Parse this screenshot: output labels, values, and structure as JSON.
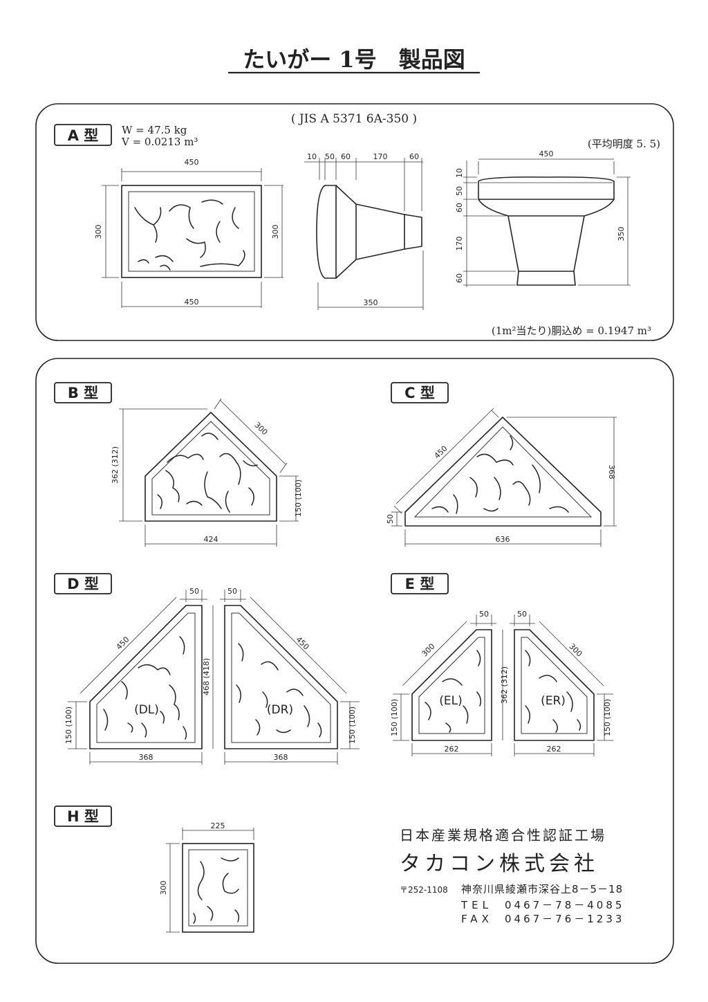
{
  "title": "たいがー 1号　製品図",
  "panel_a": {
    "standard": "( JIS A 5371 6A-350 )",
    "label": "A 型",
    "weight": "W = 47.5 kg",
    "volume": "V = 0.0213 m³",
    "brightness": "(平均明度 5. 5)",
    "fill_note": "(1m²当たり)胴込め = 0.1947 m³",
    "front": {
      "top": "450",
      "bottom": "450",
      "left": "300",
      "right": "300"
    },
    "side": {
      "segments": [
        "10",
        "50",
        "60",
        "170",
        "60"
      ],
      "length": "350"
    },
    "end": {
      "width": "450",
      "segments": [
        "10",
        "50",
        "60",
        "170",
        "60"
      ],
      "height": "350"
    }
  },
  "panel_b": {
    "label": "B 型",
    "height": "362 (312)",
    "slant": "300",
    "right": "150 (100)",
    "bottom": "424"
  },
  "panel_c": {
    "label": "C 型",
    "slant": "450",
    "height": "368",
    "left": "50",
    "bottom": "636"
  },
  "panel_d": {
    "label": "D 型",
    "top_left": "50",
    "top_right": "50",
    "slant_left": "450",
    "slant_right": "450",
    "left": "150 (100)",
    "center": "468 (418)",
    "right": "150 (100)",
    "tag_left": "(DL)",
    "tag_right": "(DR)",
    "bottom_left": "368",
    "bottom_right": "368"
  },
  "panel_e": {
    "label": "E 型",
    "top_left": "50",
    "top_right": "50",
    "slant_left": "300",
    "slant_right": "300",
    "left": "150 (100)",
    "center": "362 (312)",
    "right": "150 (100)",
    "tag_left": "(EL)",
    "tag_right": "(ER)",
    "bottom_left": "262",
    "bottom_right": "262"
  },
  "panel_h": {
    "label": "H 型",
    "width": "225",
    "height": "300"
  },
  "footer": {
    "certification": "日本産業規格適合性認証工場",
    "company": "タカコン株式会社",
    "postal": "〒252-1108",
    "address": "神奈川県綾瀬市深谷上8－5－18",
    "tel_label": "TEL",
    "tel": "0467－78－4085",
    "fax_label": "FAX",
    "fax": "0467－76－1233"
  }
}
